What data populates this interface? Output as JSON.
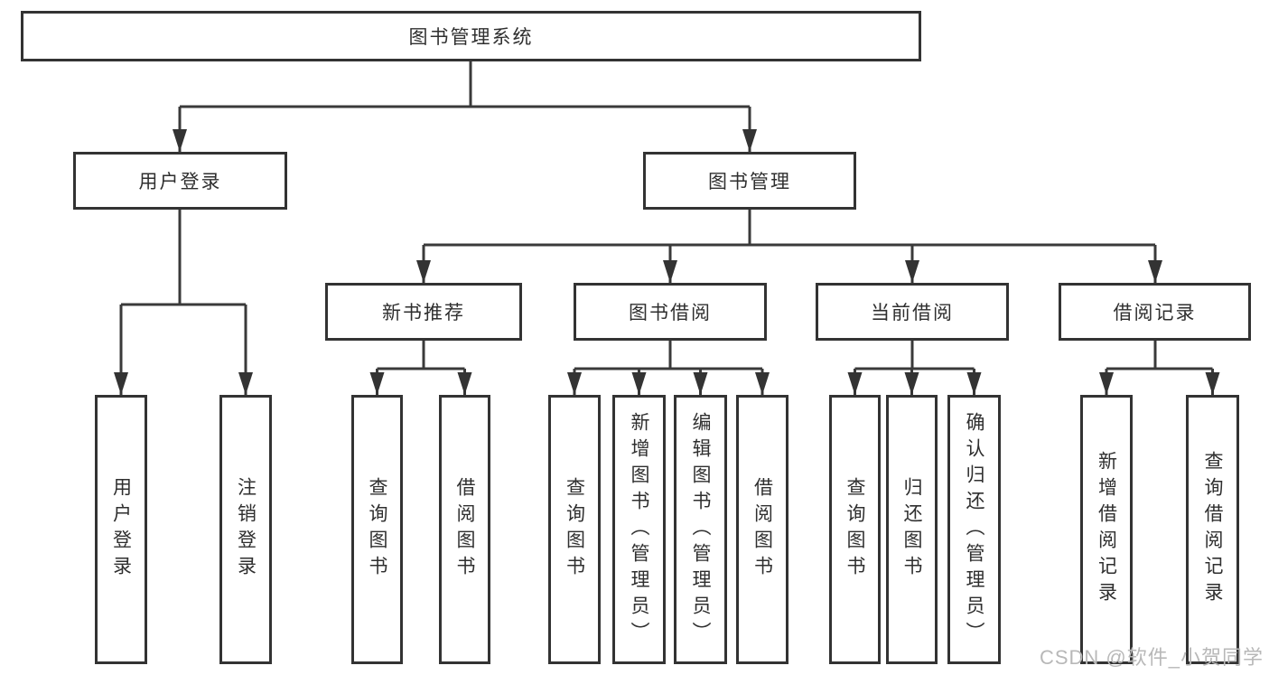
{
  "tree": {
    "root": "图书管理系统",
    "children": [
      {
        "label": "用户登录",
        "children": [
          {
            "label": "用户登录"
          },
          {
            "label": "注销登录"
          }
        ]
      },
      {
        "label": "图书管理",
        "children": [
          {
            "label": "新书推荐",
            "children": [
              {
                "label": "查询图书"
              },
              {
                "label": "借阅图书"
              }
            ]
          },
          {
            "label": "图书借阅",
            "children": [
              {
                "label": "查询图书"
              },
              {
                "label": "新增图书（管理员）"
              },
              {
                "label": "编辑图书（管理员）"
              },
              {
                "label": "借阅图书"
              }
            ]
          },
          {
            "label": "当前借阅",
            "children": [
              {
                "label": "查询图书"
              },
              {
                "label": "归还图书"
              },
              {
                "label": "确认归还（管理员）"
              }
            ]
          },
          {
            "label": "借阅记录",
            "children": [
              {
                "label": "新增借阅记录"
              },
              {
                "label": "查询借阅记录"
              }
            ]
          }
        ]
      }
    ]
  },
  "watermark": "CSDN @软件_小贺同学",
  "colors": {
    "line": "#3a3a3a",
    "box_border": "#333333",
    "text": "#2f2f2f",
    "watermark": "#b8b8b8",
    "background": "#ffffff"
  }
}
